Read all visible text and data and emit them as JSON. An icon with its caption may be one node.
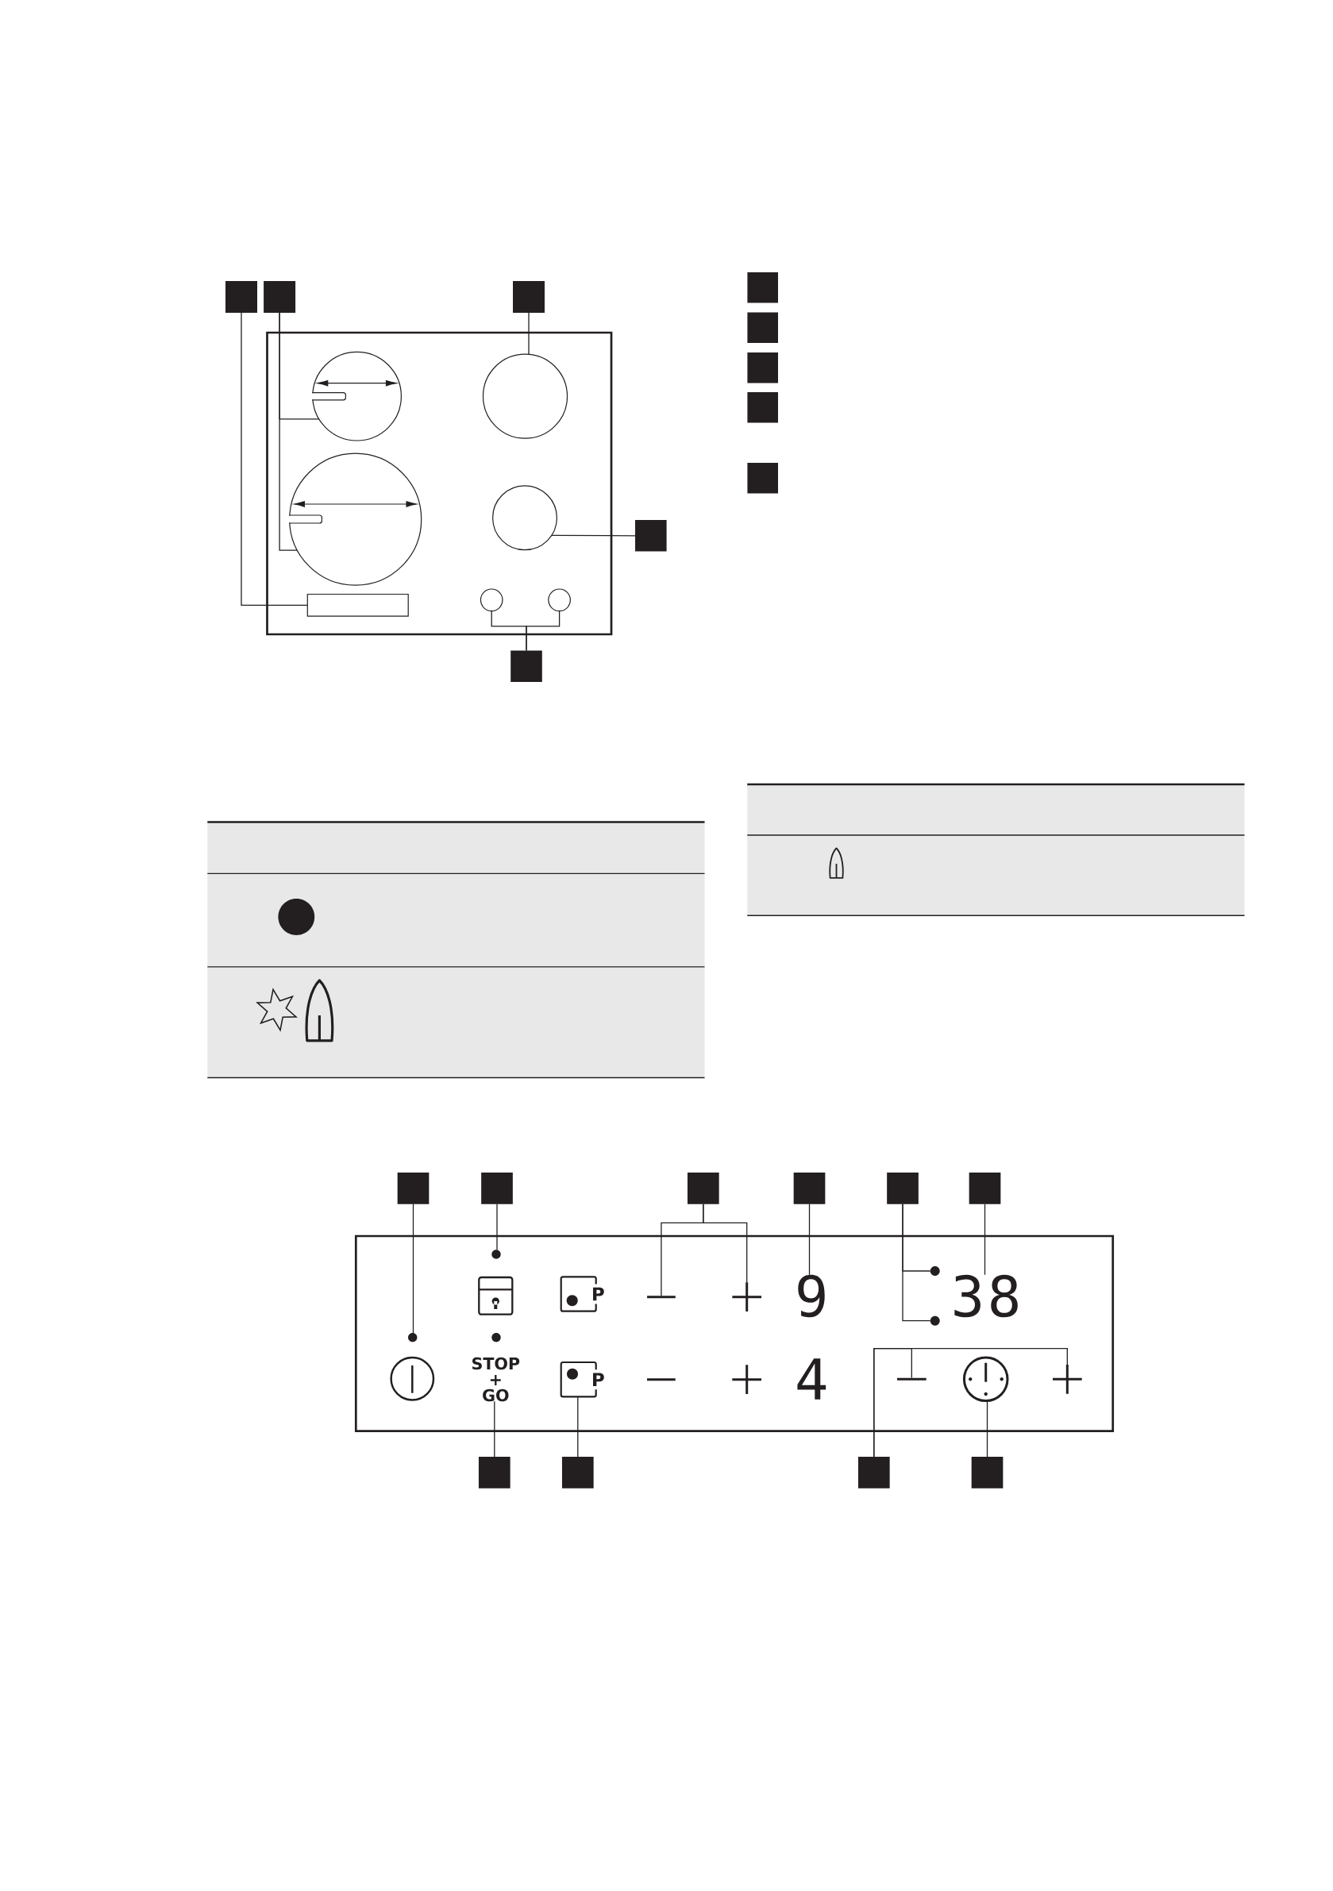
{
  "diagram": {
    "nodes": [
      {
        "text": [],
        "shape": "box"
      },
      {
        "text": [],
        "shape": "box"
      },
      {
        "text": [],
        "shape": "box"
      },
      {
        "text": [],
        "shape": "box"
      },
      {
        "text": [],
        "shape": "circle",
        "in": 3
      },
      {
        "text": [],
        "shape": "circle",
        "in": 3
      },
      {
        "text": [],
        "shape": "circle",
        "in": 3
      },
      {
        "text": [],
        "shape": "circle",
        "in": 3
      },
      {
        "text": [],
        "shape": "box",
        "in": 3
      },
      {
        "text": [],
        "shape": "circle",
        "in": 3
      },
      {
        "text": [],
        "shape": "circle",
        "in": 3
      },
      {
        "text": [],
        "shape": "box"
      },
      {
        "text": [],
        "shape": "box"
      },
      {
        "text": [],
        "shape": "box"
      },
      {
        "text": [],
        "shape": "box"
      },
      {
        "text": [],
        "shape": "box"
      },
      {
        "text": [],
        "shape": "box"
      },
      {
        "text": [],
        "shape": "box"
      },
      {
        "text": [],
        "shape": "box"
      },
      {
        "text": [],
        "shape": "box"
      },
      {
        "text": [],
        "shape": "box"
      },
      {
        "text": [],
        "shape": "box"
      },
      {
        "text": [],
        "shape": "box"
      },
      {
        "text": [],
        "shape": "box"
      },
      {
        "text": [],
        "shape": "box"
      },
      {
        "text": [],
        "shape": "circle",
        "in": 24
      },
      {
        "text": [
          "P"
        ],
        "in": 24
      },
      {
        "text": [],
        "shape": "minus",
        "in": 24
      },
      {
        "text": [],
        "shape": "plus",
        "in": 24
      },
      {
        "text": [
          "9"
        ],
        "in": 24
      },
      {
        "text": [],
        "shape": "circle",
        "in": 24
      },
      {
        "text": [
          "38"
        ],
        "in": 24
      },
      {
        "text": [],
        "shape": "circle",
        "in": 24
      },
      {
        "text": [],
        "shape": "circle",
        "in": 24
      },
      {
        "text": [
          "STOP + GO"
        ],
        "in": 24
      },
      {
        "text": [
          "P"
        ],
        "in": 24
      },
      {
        "text": [],
        "shape": "minus",
        "in": 24
      },
      {
        "text": [],
        "shape": "circle",
        "in": 24
      },
      {
        "text": [],
        "shape": "plus",
        "in": 24
      },
      {
        "text": [],
        "shape": "box"
      },
      {
        "text": [],
        "shape": "box"
      },
      {
        "text": [],
        "shape": "box"
      },
      {
        "text": [],
        "shape": "box"
      }
    ],
    "edges": [
      {
        "from": 0,
        "to": 8,
        "arrow": "none"
      },
      {
        "from": 1,
        "to": 4,
        "arrow": "none"
      },
      {
        "from": 1,
        "to": 6,
        "arrow": "none"
      },
      {
        "from": 2,
        "to": 5,
        "arrow": "none"
      },
      {
        "from": 11,
        "to": 7,
        "arrow": "none"
      },
      {
        "from": 12,
        "to": 9,
        "arrow": "none"
      },
      {
        "from": 12,
        "to": 10,
        "arrow": "none"
      },
      {
        "from": 18,
        "to": 33,
        "arrow": "none"
      },
      {
        "from": 19,
        "to": 25,
        "arrow": "none"
      },
      {
        "from": 20,
        "to": 27,
        "arrow": "none"
      },
      {
        "from": 20,
        "to": 28,
        "arrow": "none"
      },
      {
        "from": 21,
        "to": 29,
        "arrow": "none"
      },
      {
        "from": 22,
        "to": 30,
        "arrow": "none"
      },
      {
        "from": 22,
        "to": 32,
        "arrow": "none"
      },
      {
        "from": 23,
        "to": 31,
        "arrow": "none"
      },
      {
        "from": 39,
        "to": 34,
        "arrow": "none"
      },
      {
        "from": 40,
        "to": 35,
        "arrow": "none"
      },
      {
        "from": 41,
        "to": 36,
        "arrow": "none"
      },
      {
        "from": 41,
        "to": 38,
        "arrow": "none"
      },
      {
        "from": 42,
        "to": 37,
        "arrow": "none"
      }
    ],
    "labels": [
      "4"
    ]
  }
}
